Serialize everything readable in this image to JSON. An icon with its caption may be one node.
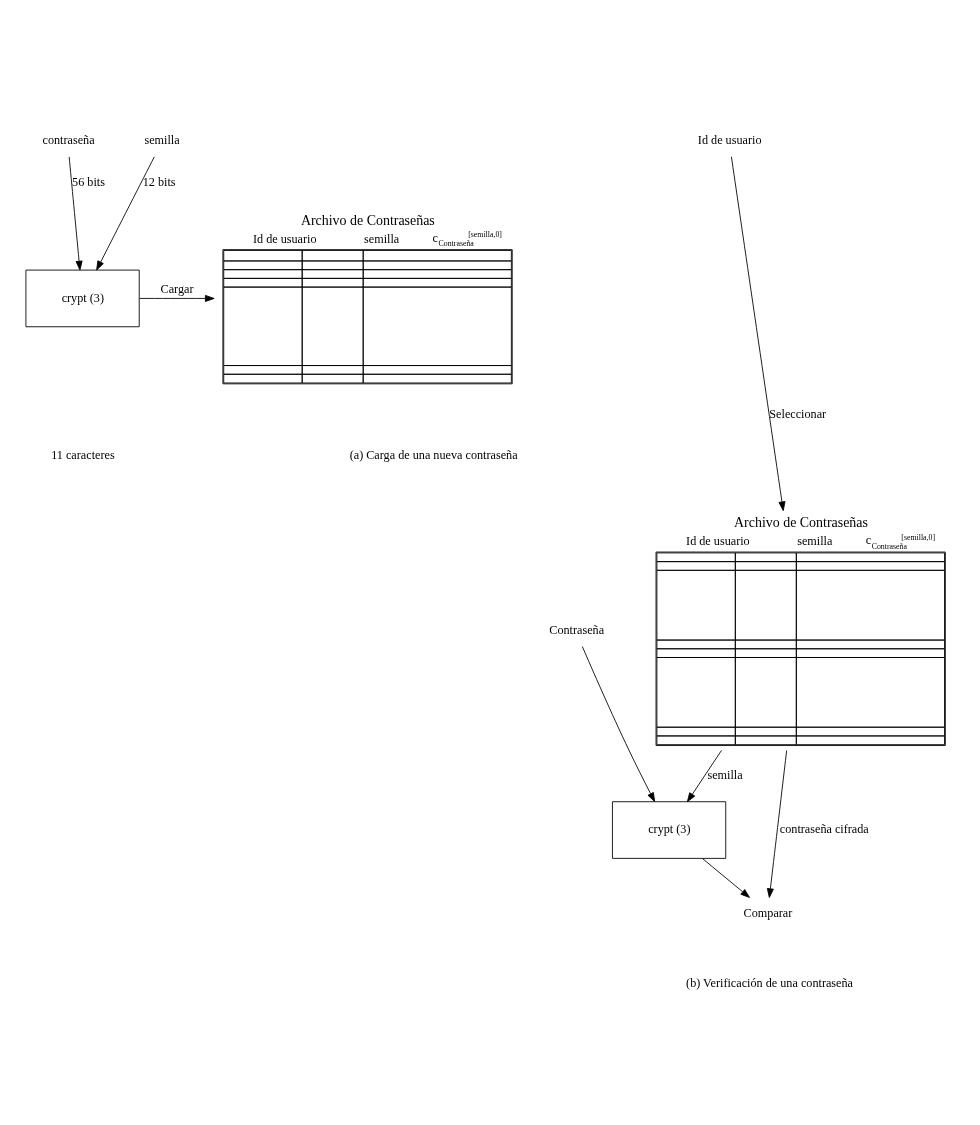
{
  "diagram": {
    "nodes": [
      {
        "text": [
          "semilla"
        ]
      },
      {
        "text": [
          "contraseña"
        ]
      },
      {
        "text": [
          "crypt (3)"
        ]
      },
      {
        "text": [
          "Archivo de Contraseñas",
          "Id de usuario",
          "semilla",
          "c$_{Contraseña}$$^{[semilla,0]}$"
        ]
      },
      {
        "text": [
          "Id de usuario"
        ]
      },
      {
        "text": [
          "Archivo de Contraseñas",
          "Id de usuario",
          "semilla",
          "c$_{Contraseña}$$^{[semilla,0]}$"
        ]
      },
      {
        "text": [
          "Contraseña"
        ]
      },
      {
        "text": [
          "crypt (3)"
        ]
      },
      {
        "text": [
          "Comparar"
        ]
      }
    ],
    "edges": [
      {
        "from": 0,
        "to": 2,
        "arrow": "to",
        "label": "12 bits"
      },
      {
        "from": 1,
        "to": 2,
        "arrow": "to",
        "label": "56 bits"
      },
      {
        "from": 2,
        "to": 3,
        "arrow": "to",
        "label": "Cargar"
      },
      {
        "from": 4,
        "to": 5,
        "arrow": "to",
        "label": "Seleccionar"
      },
      {
        "from": 5,
        "to": 7,
        "arrow": "to",
        "label": "semilla"
      },
      {
        "from": 6,
        "to": 7,
        "arrow": "to"
      },
      {
        "from": 7,
        "to": 8,
        "arrow": "to"
      },
      {
        "from": 5,
        "to": 8,
        "arrow": "to",
        "label": "contraseña cifrada"
      }
    ],
    "labels": [
      "11 caracteres",
      "(a) Carga de una nueva contraseña",
      "(b) Verificación de una contraseña"
    ]
  }
}
